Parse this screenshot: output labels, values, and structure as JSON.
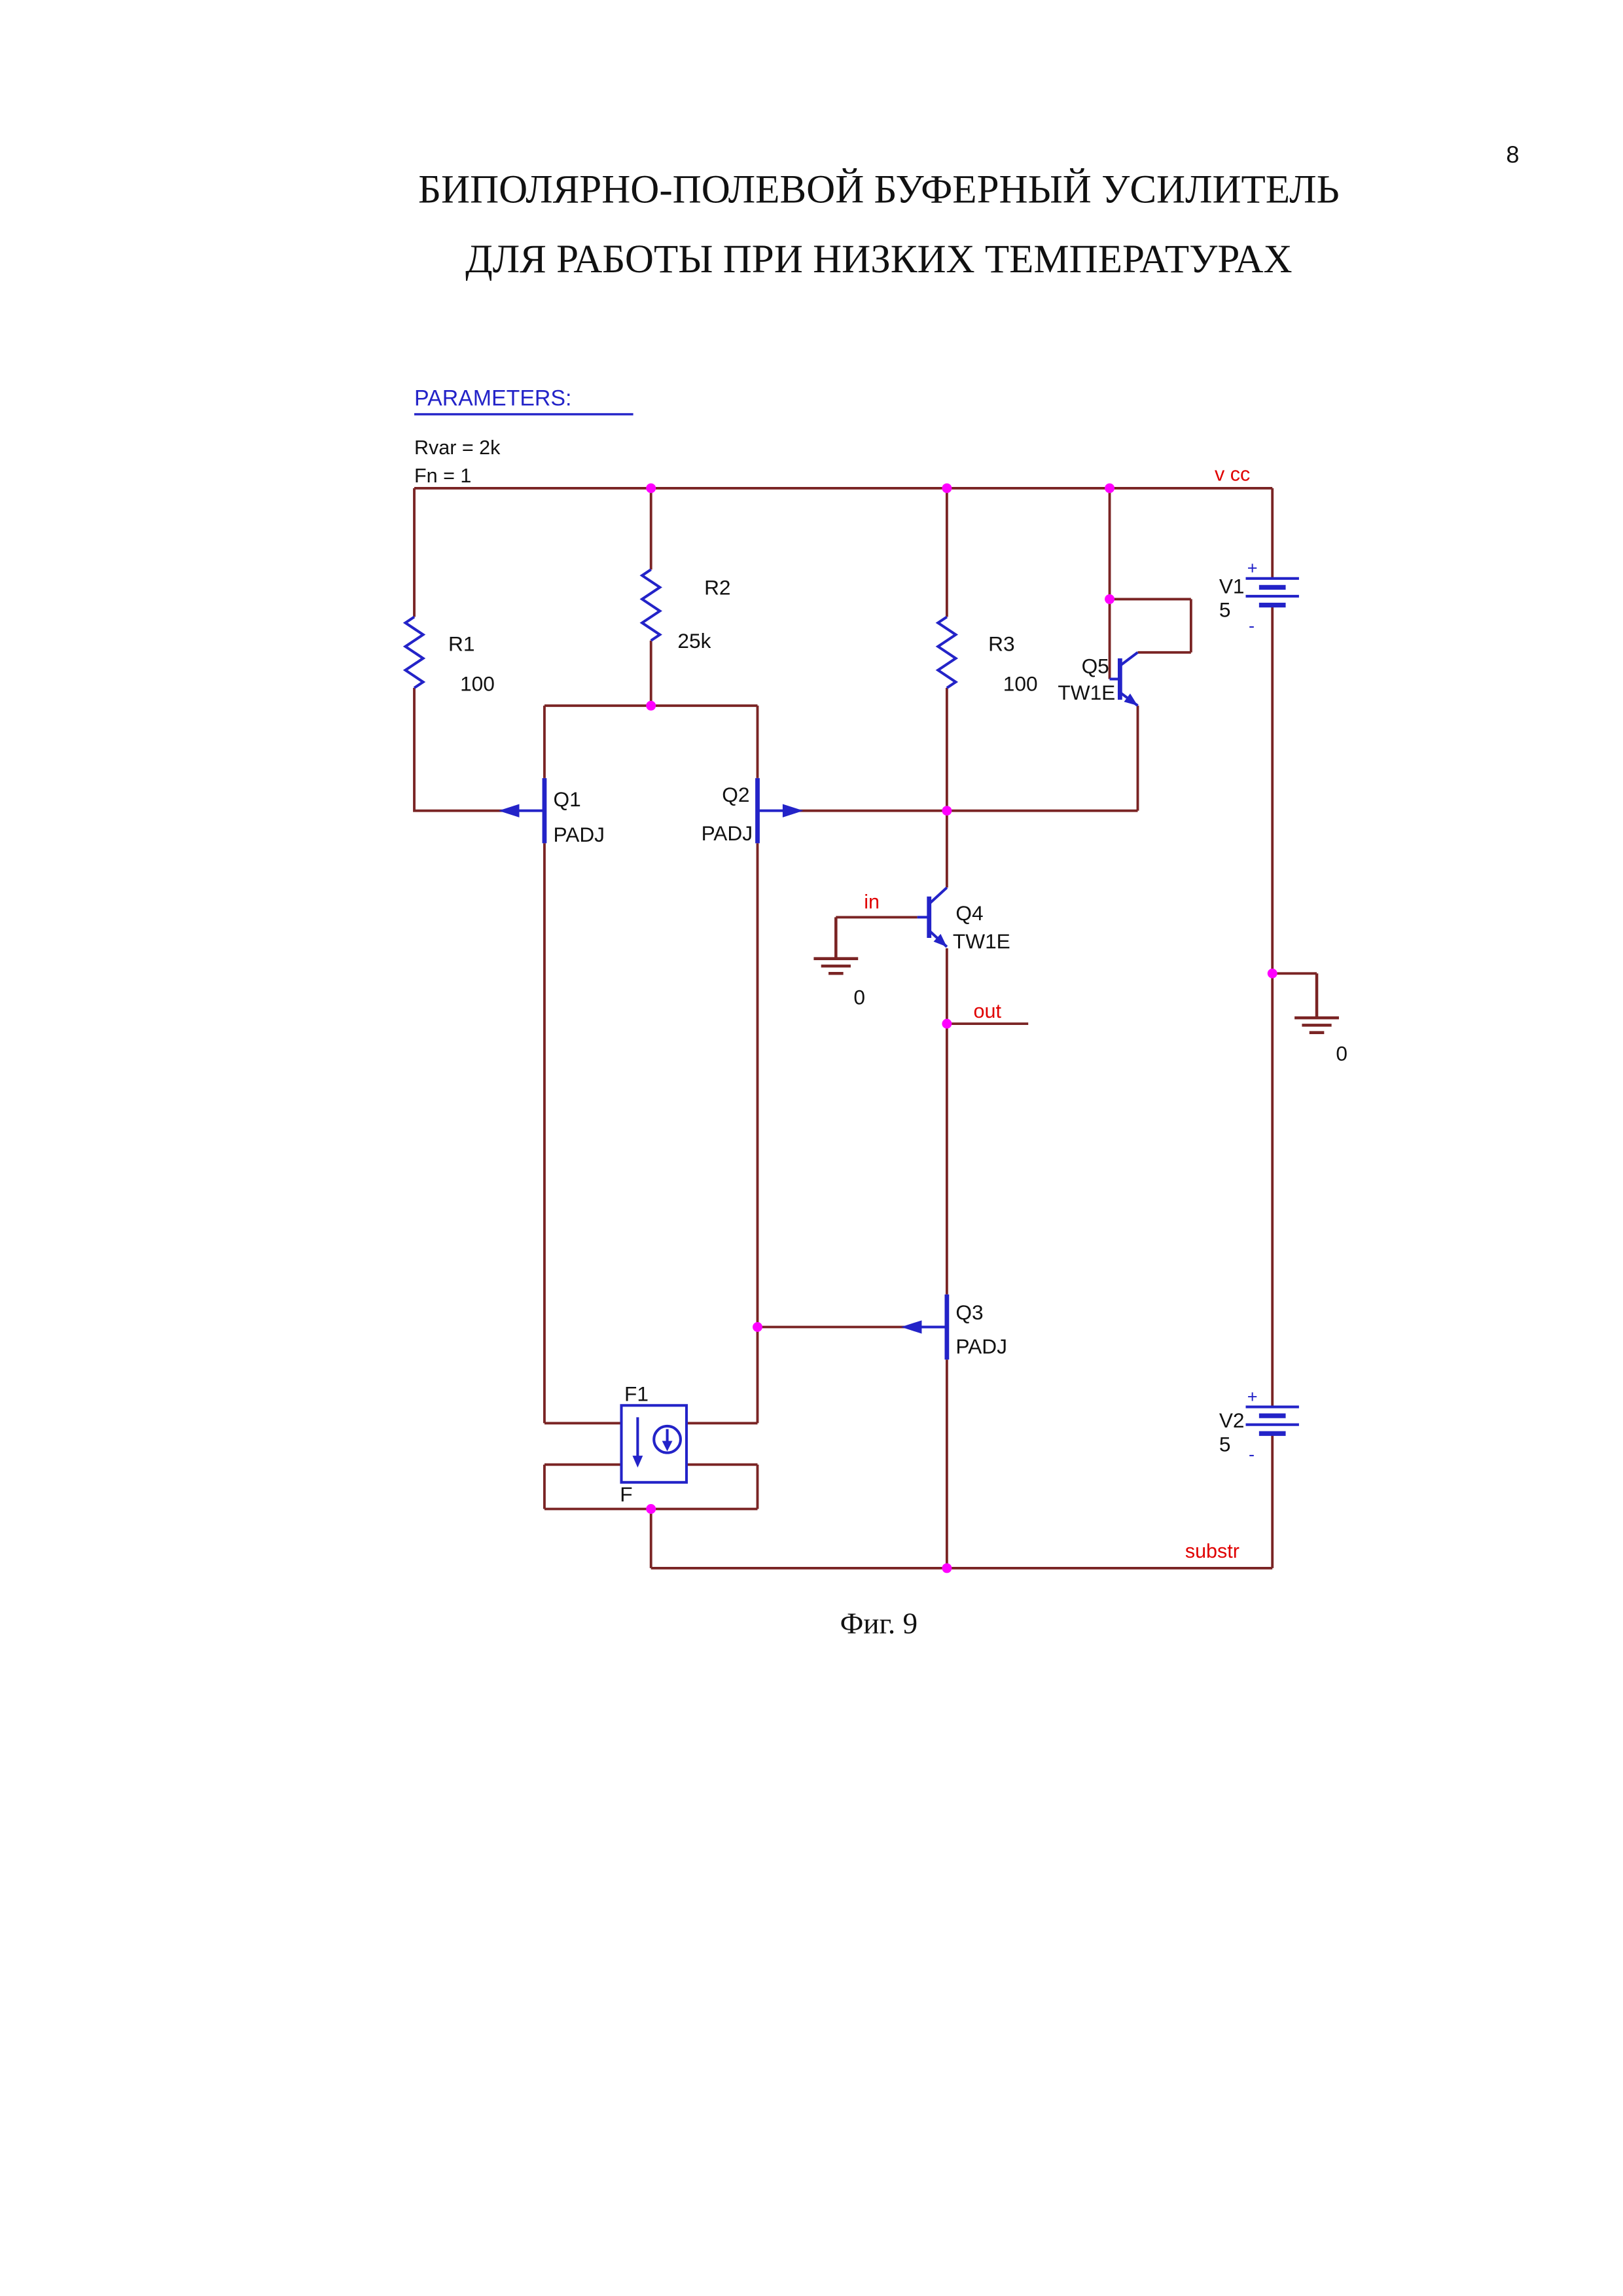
{
  "page": {
    "number": "8",
    "title_line1": "БИПОЛЯРНО-ПОЛЕВОЙ БУФЕРНЫЙ УСИЛИТЕЛЬ",
    "title_line2": "ДЛЯ РАБОТЫ ПРИ НИЗКИХ ТЕМПЕРАТУРАХ",
    "figure_caption": "Фиг. 9"
  },
  "parameters": {
    "heading": "PARAMETERS:",
    "items": [
      "Rvar = 2k",
      "Fn = 1"
    ]
  },
  "schematic": {
    "net_labels": {
      "vcc": "v cc",
      "input": "in",
      "output": "out",
      "substrate": "substr",
      "ground": "0"
    },
    "components": {
      "r1": {
        "ref": "R1",
        "value": "100"
      },
      "r2": {
        "ref": "R2",
        "value": "25k"
      },
      "r3": {
        "ref": "R3",
        "value": "100"
      },
      "q1": {
        "ref": "Q1",
        "value": "PADJ"
      },
      "q2": {
        "ref": "Q2",
        "value": "PADJ"
      },
      "q3": {
        "ref": "Q3",
        "value": "PADJ"
      },
      "q4": {
        "ref": "Q4",
        "value": "TW1E"
      },
      "q5": {
        "ref": "Q5",
        "value": "TW1E"
      },
      "v1": {
        "ref": "V1",
        "value": "5",
        "plus": "+",
        "minus": "-"
      },
      "v2": {
        "ref": "V2",
        "value": "5",
        "plus": "+",
        "minus": "-"
      },
      "f1": {
        "ref": "F1",
        "value": "F"
      }
    },
    "colors": {
      "wire": "#7a2424",
      "symbol": "#2323c8",
      "junction_dot": "#ff00ff",
      "net_label": "#e00000",
      "text": "#111111"
    }
  }
}
